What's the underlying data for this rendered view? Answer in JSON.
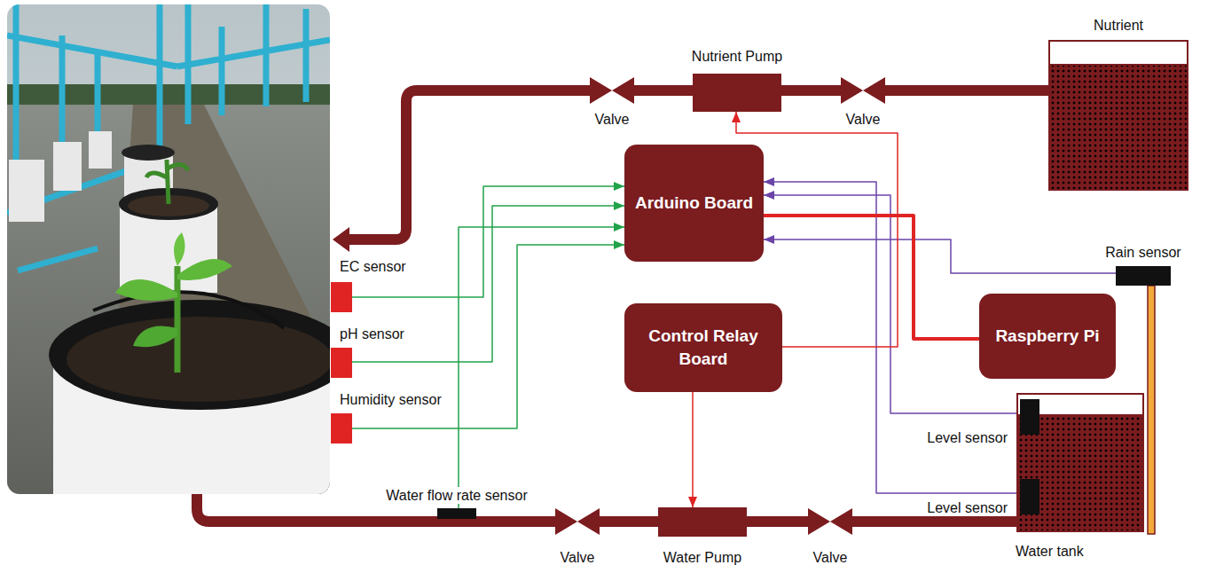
{
  "diagram": {
    "nodes": [
      {
        "text": [
          "Valve"
        ]
      },
      {
        "text": [
          "Nutrient Pump"
        ]
      },
      {
        "text": [
          "Valve"
        ]
      },
      {
        "text": [
          "Nutrient"
        ]
      },
      {
        "text": [
          "Arduino Board"
        ]
      },
      {
        "text": [
          "EC sensor"
        ]
      },
      {
        "text": [
          "Rain sensor"
        ]
      },
      {
        "text": [
          "pH sensor"
        ]
      },
      {
        "text": [
          "Control Relay Board"
        ]
      },
      {
        "text": [
          "Raspberry Pi"
        ]
      },
      {
        "text": [
          "Humidity sensor"
        ]
      },
      {
        "text": [
          "Water tank"
        ]
      },
      {
        "text": [
          "Level sensor"
        ],
        "in": 11
      },
      {
        "text": [
          "Level sensor"
        ],
        "in": 11
      },
      {
        "text": [
          "Water flow rate sensor"
        ]
      },
      {
        "text": [
          "Valve"
        ]
      },
      {
        "text": [
          "Water Pump"
        ]
      },
      {
        "text": [
          "Valve"
        ]
      }
    ],
    "edges": [
      {
        "from": 3,
        "to": 2,
        "arrow": "none"
      },
      {
        "from": 2,
        "to": 1,
        "arrow": "none"
      },
      {
        "from": 1,
        "to": 0,
        "arrow": "none"
      },
      {
        "from": 5,
        "to": 4,
        "arrow": "to"
      },
      {
        "from": 7,
        "to": 4,
        "arrow": "to"
      },
      {
        "from": 10,
        "to": 4,
        "arrow": "to"
      },
      {
        "from": 14,
        "to": 4,
        "arrow": "to"
      },
      {
        "from": 6,
        "to": 4,
        "arrow": "to"
      },
      {
        "from": 12,
        "to": 4,
        "arrow": "to"
      },
      {
        "from": 13,
        "to": 4,
        "arrow": "to"
      },
      {
        "from": 4,
        "to": 9,
        "arrow": "none"
      },
      {
        "from": 8,
        "to": 1,
        "arrow": "to"
      },
      {
        "from": 8,
        "to": 16,
        "arrow": "to"
      },
      {
        "from": 11,
        "to": 17,
        "arrow": "none"
      },
      {
        "from": 17,
        "to": 16,
        "arrow": "none"
      },
      {
        "from": 16,
        "to": 15,
        "arrow": "none"
      }
    ]
  }
}
